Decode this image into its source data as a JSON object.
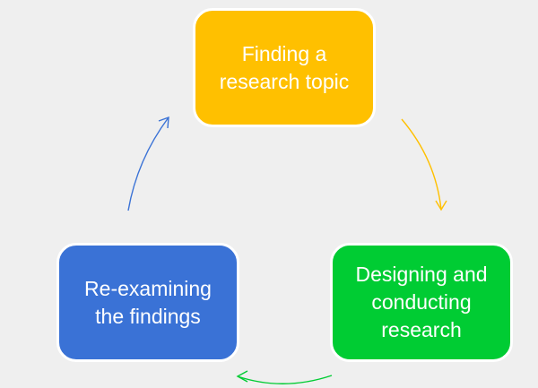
{
  "nodes": {
    "top": {
      "label": "Finding a research topic",
      "color": "#ffc000"
    },
    "right": {
      "label": "Designing and conducting research",
      "color": "#00cc33"
    },
    "left": {
      "label": "Re-examining the findings",
      "color": "#3a72d6"
    }
  },
  "arrows": [
    {
      "from": "top",
      "to": "right",
      "color": "#ffc000"
    },
    {
      "from": "right",
      "to": "left",
      "color": "#00cc33"
    },
    {
      "from": "left",
      "to": "top",
      "color": "#3a72d6"
    }
  ]
}
